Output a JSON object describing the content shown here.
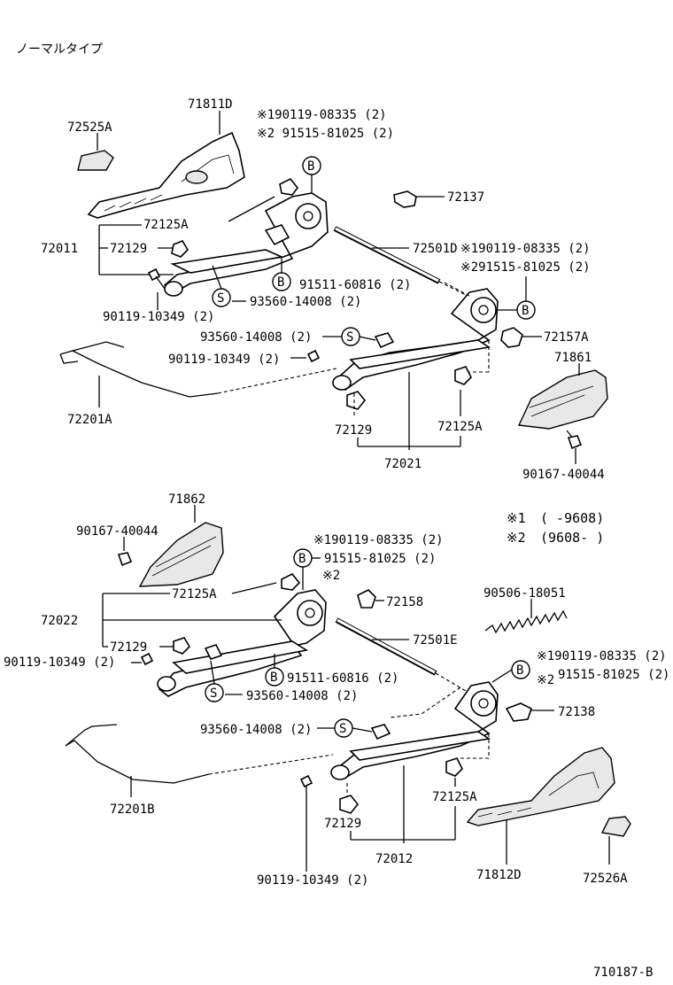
{
  "header": {
    "title": "ノーマルタイプ"
  },
  "legend": {
    "note1_mark": "※1",
    "note1_text": "(      -9608)",
    "note2_mark": "※2",
    "note2_text": "(9608-      )"
  },
  "footer": {
    "code": "710187-B"
  },
  "markers": {
    "bolt": "B",
    "screw": "S"
  },
  "upper": {
    "p71811D": "71811D",
    "p72525A": "72525A",
    "note_a1": "※190119-08335 (2)",
    "note_a2": "※2 91515-81025 (2)",
    "p72137": "72137",
    "p72125A_a": "72125A",
    "p72011": "72011",
    "p72129_a": "72129",
    "p72501D": "72501D",
    "note_b1": "※190119-08335 (2)",
    "note_b2": "※291515-81025 (2)",
    "p91511": "91511-60816 (2)",
    "p90119_a": "90119-10349 (2)",
    "p93560_a": "93560-14008 (2)",
    "p93560_b": "93560-14008 (2)",
    "p72157A": "72157A",
    "p90119_b": "90119-10349 (2)",
    "p71861": "71861",
    "p72201A": "72201A",
    "p72129_b": "72129",
    "p72125A_b": "72125A",
    "p72021": "72021",
    "p90167_a": "90167-40044"
  },
  "lower": {
    "p71862": "71862",
    "p90167_b": "90167-40044",
    "note_c1": "※190119-08335 (2)",
    "note_c2": "91515-81025 (2)",
    "note_c3": "※2",
    "p72125A_c": "72125A",
    "p72158": "72158",
    "p90506": "90506-18051",
    "p72022": "72022",
    "p72501E": "72501E",
    "p72129_c": "72129",
    "p90119_c": "90119-10349 (2)",
    "p91511_b": "91511-60816 (2)",
    "note_d1": "※190119-08335 (2)",
    "note_d2": "※2",
    "note_d3": "91515-81025 (2)",
    "p93560_c": "93560-14008 (2)",
    "p72138": "72138",
    "p93560_d": "93560-14008 (2)",
    "p72201B": "72201B",
    "p72125A_d": "72125A",
    "p72129_d": "72129",
    "p72012": "72012",
    "p71812D": "71812D",
    "p72526A": "72526A",
    "p90119_d": "90119-10349 (2)"
  }
}
